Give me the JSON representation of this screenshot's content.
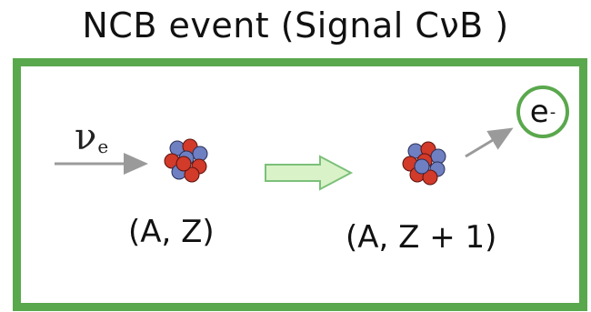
{
  "title": "NCB event (Signal CνB )",
  "incoming_particle": {
    "symbol": "ν",
    "subscript": "e"
  },
  "initial_nucleus_label": "(A, Z)",
  "final_nucleus_label": "(A, Z + 1)",
  "outgoing_particle": {
    "symbol": "e",
    "superscript": "-"
  },
  "colors": {
    "frame": "#5aa84d",
    "proton": "#d23a2a",
    "neutron": "#6e7fc2",
    "transition_arrow_fill": "#d9f2c8",
    "transition_arrow_stroke": "#7cc07a",
    "particle_arrow": "#9a9a9a"
  }
}
